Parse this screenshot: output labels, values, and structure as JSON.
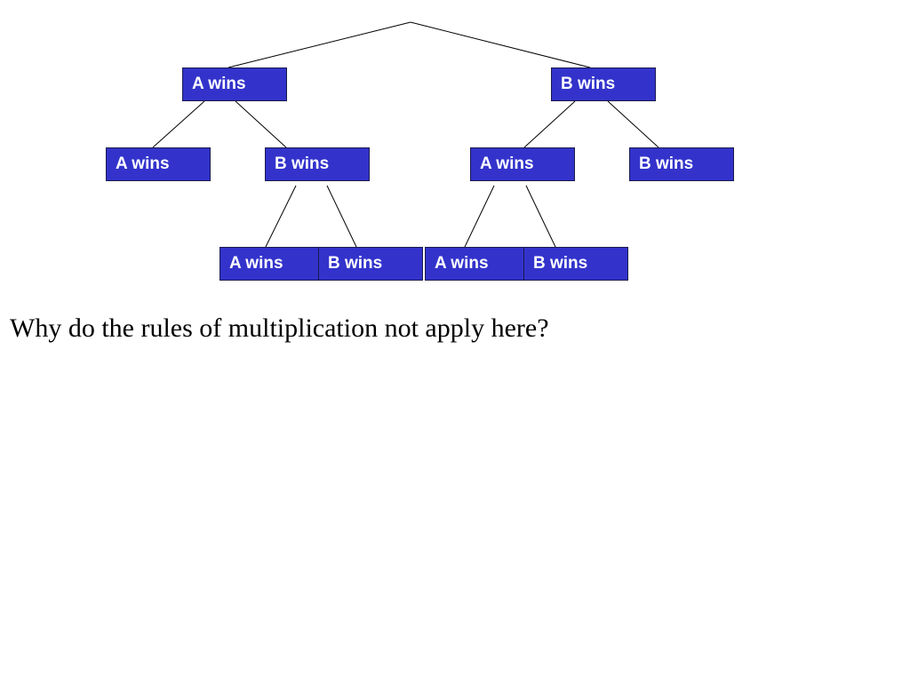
{
  "diagram": {
    "nodes": {
      "l1_a": "A wins",
      "l1_b": "B wins",
      "l2_aa": "A wins",
      "l2_ab": "B wins",
      "l2_ba": "A wins",
      "l2_bb": "B wins",
      "l3_aba": "A wins",
      "l3_abb": "B wins",
      "l3_baa": "A wins",
      "l3_bab": "B wins"
    },
    "node_color": "#3333cc",
    "node_text_color": "#ffffff"
  },
  "question": "Why do the rules of multiplication not apply here?"
}
